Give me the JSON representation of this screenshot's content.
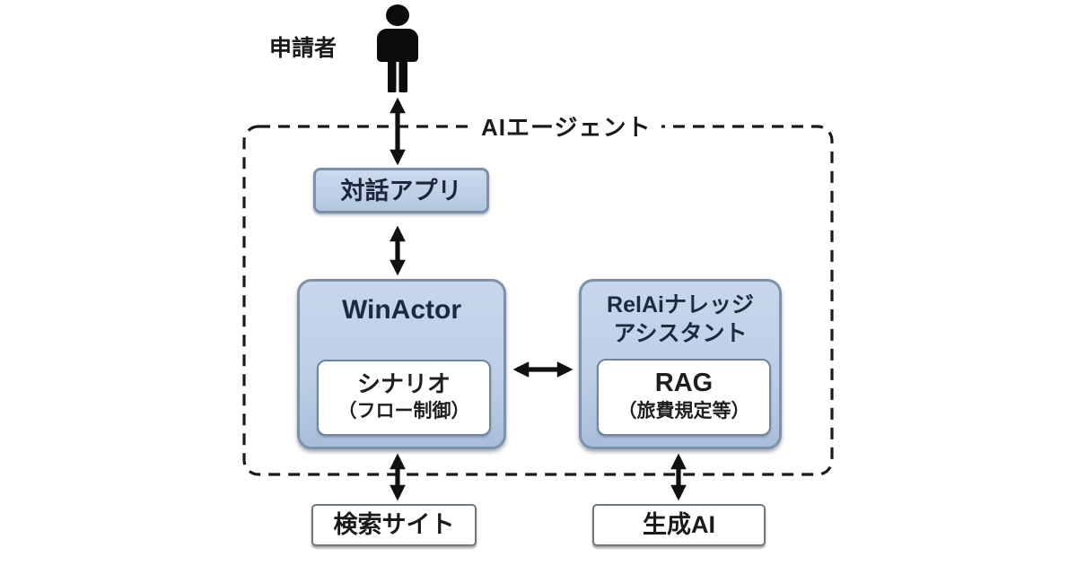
{
  "diagram": {
    "actor": {
      "label": "申請者",
      "icon": "person-icon"
    },
    "agent_group": {
      "label": "AIエージェント"
    },
    "nodes": {
      "dialog_app": {
        "label": "対話アプリ"
      },
      "winactor": {
        "title": "WinActor",
        "inner": {
          "line1": "シナリオ",
          "line2": "（フロー制御）"
        }
      },
      "relai": {
        "title_line1": "RelAiナレッジ",
        "title_line2": "アシスタント",
        "inner": {
          "line1": "RAG",
          "line2": "（旅費規定等）"
        }
      },
      "search_site": {
        "label": "検索サイト"
      },
      "gen_ai": {
        "label": "生成AI"
      }
    },
    "connections": [
      {
        "from": "applicant",
        "to": "dialog_app",
        "type": "bidirectional-arrow"
      },
      {
        "from": "dialog_app",
        "to": "winactor",
        "type": "bidirectional-arrow"
      },
      {
        "from": "winactor",
        "to": "relai",
        "type": "bidirectional-arrow"
      },
      {
        "from": "winactor",
        "to": "search_site",
        "type": "bidirectional-arrow"
      },
      {
        "from": "relai",
        "to": "gen_ai",
        "type": "bidirectional-arrow"
      }
    ],
    "colors": {
      "blue_box_fill": "#bccee6",
      "blue_box_border": "#7d91ab",
      "blue_box_text": "#1c2a40",
      "white_box_border": "#70849c",
      "bottom_box_border": "#6e7880",
      "arrow": "#111111",
      "dashed_boundary": "#1a1a1a",
      "background": "#ffffff"
    }
  }
}
